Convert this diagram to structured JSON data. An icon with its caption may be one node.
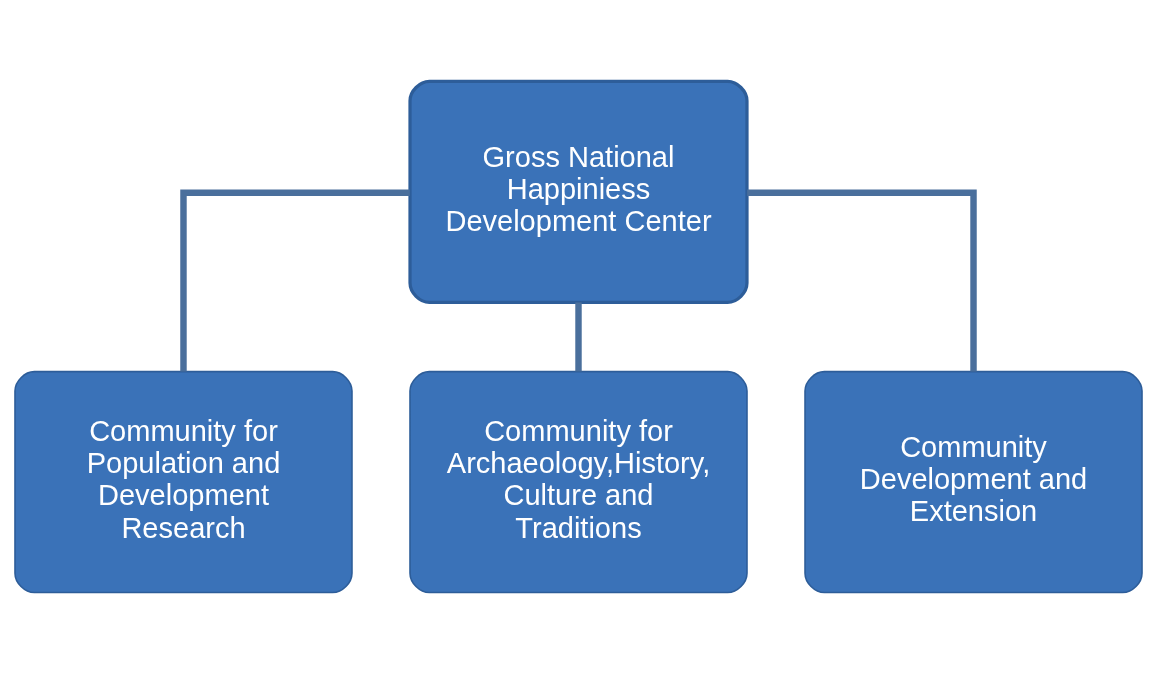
{
  "diagram": {
    "nodes": [
      {
        "text": [
          "Gross National Happiniess Development Center"
        ]
      },
      {
        "text": [
          "Community for Population and Development Research"
        ]
      },
      {
        "text": [
          "Community for Archaeology,History, Culture and Traditions"
        ]
      },
      {
        "text": [
          "Community Development and Extension"
        ]
      }
    ],
    "edges": [
      {
        "from": 0,
        "to": 1,
        "arrow": "none"
      },
      {
        "from": 0,
        "to": 2,
        "arrow": "none"
      },
      {
        "from": 0,
        "to": 3,
        "arrow": "none"
      }
    ]
  }
}
